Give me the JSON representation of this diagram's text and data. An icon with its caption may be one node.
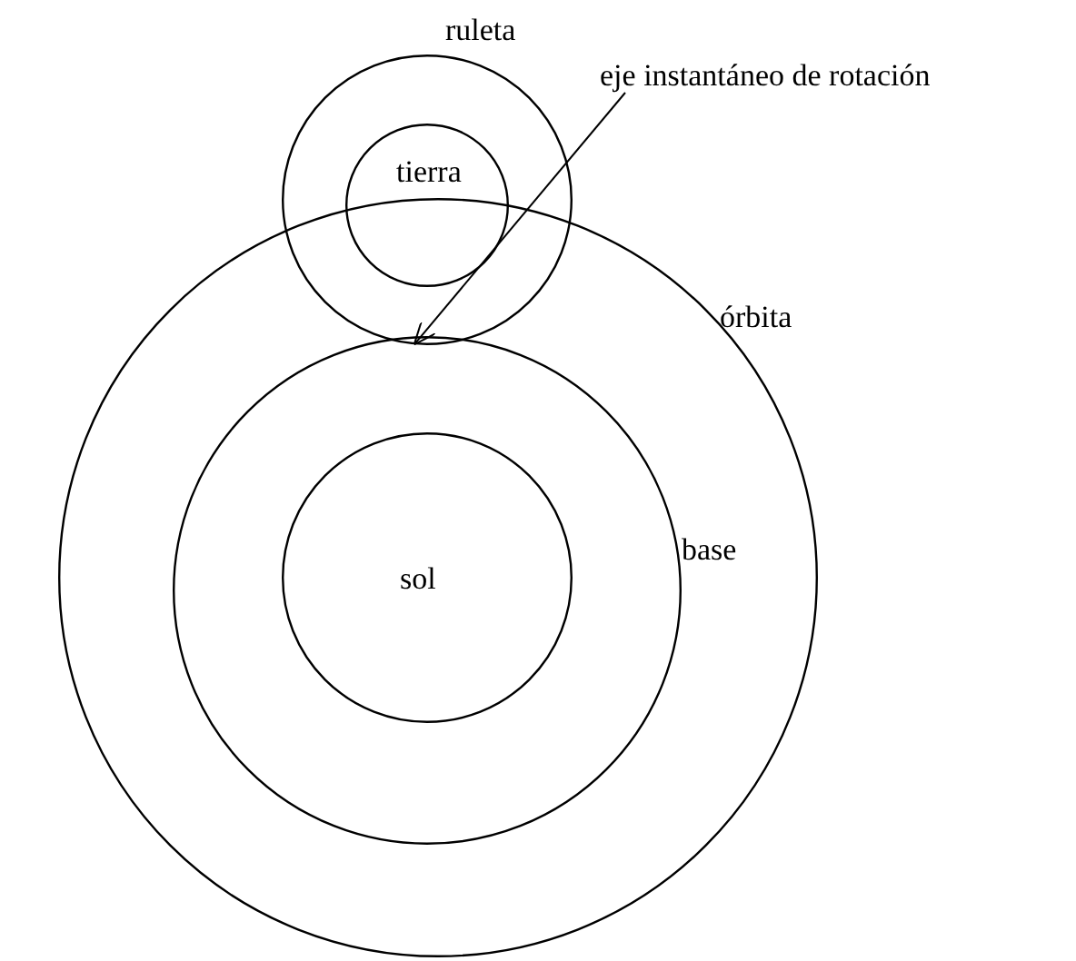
{
  "diagram": {
    "nodes": [
      {
        "text": [
          "ruleta"
        ]
      },
      {
        "text": [
          "tierra"
        ],
        "in": 0
      },
      {
        "text": [
          "eje instantáneo de rotación"
        ]
      },
      {
        "text": [
          "órbita"
        ]
      },
      {
        "text": [
          "base"
        ],
        "in": 3
      },
      {
        "text": [
          "sol"
        ],
        "in": 4
      }
    ],
    "edges": [
      {
        "from": 2,
        "to": 0,
        "arrow": "to"
      }
    ]
  }
}
